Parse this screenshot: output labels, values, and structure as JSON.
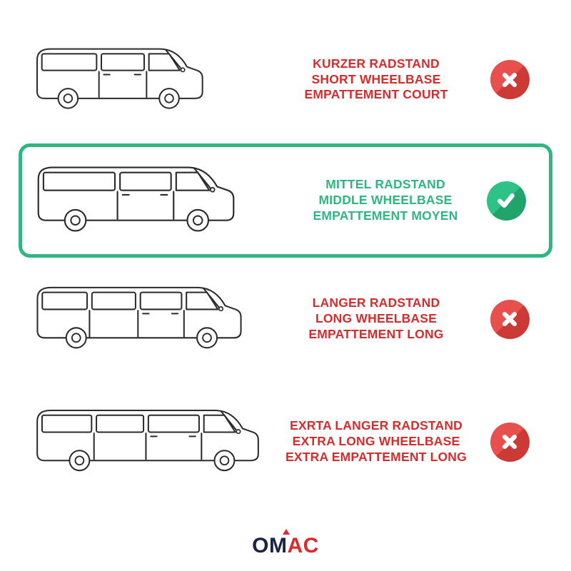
{
  "colors": {
    "red": "#d92b2b",
    "green": "#2eb77e",
    "navy": "#1b2447"
  },
  "rows": [
    {
      "name": "short-wheelbase",
      "lines": [
        "KURZER RADSTAND",
        "SHORT WHEELBASE",
        "EMPATTEMENT COURT"
      ],
      "status": "rejected",
      "icon": "x-cross-icon",
      "highlighted": false
    },
    {
      "name": "middle-wheelbase",
      "lines": [
        "MITTEL RADSTAND",
        "MIDDLE WHEELBASE",
        "EMPATTEMENT MOYEN"
      ],
      "status": "selected",
      "icon": "check-icon",
      "highlighted": true
    },
    {
      "name": "long-wheelbase",
      "lines": [
        "LANGER RADSTAND",
        "LONG WHEELBASE",
        "EMPATTEMENT LONG"
      ],
      "status": "rejected",
      "icon": "x-cross-icon",
      "highlighted": false
    },
    {
      "name": "extra-long-wheelbase",
      "lines": [
        "EXRTA LANGER RADSTAND",
        "EXTRA LONG WHEELBASE",
        "EXTRA EMPATTEMENT LONG"
      ],
      "status": "rejected",
      "icon": "x-cross-icon",
      "highlighted": false
    }
  ],
  "logo": {
    "left": "OM",
    "right": "AC"
  }
}
